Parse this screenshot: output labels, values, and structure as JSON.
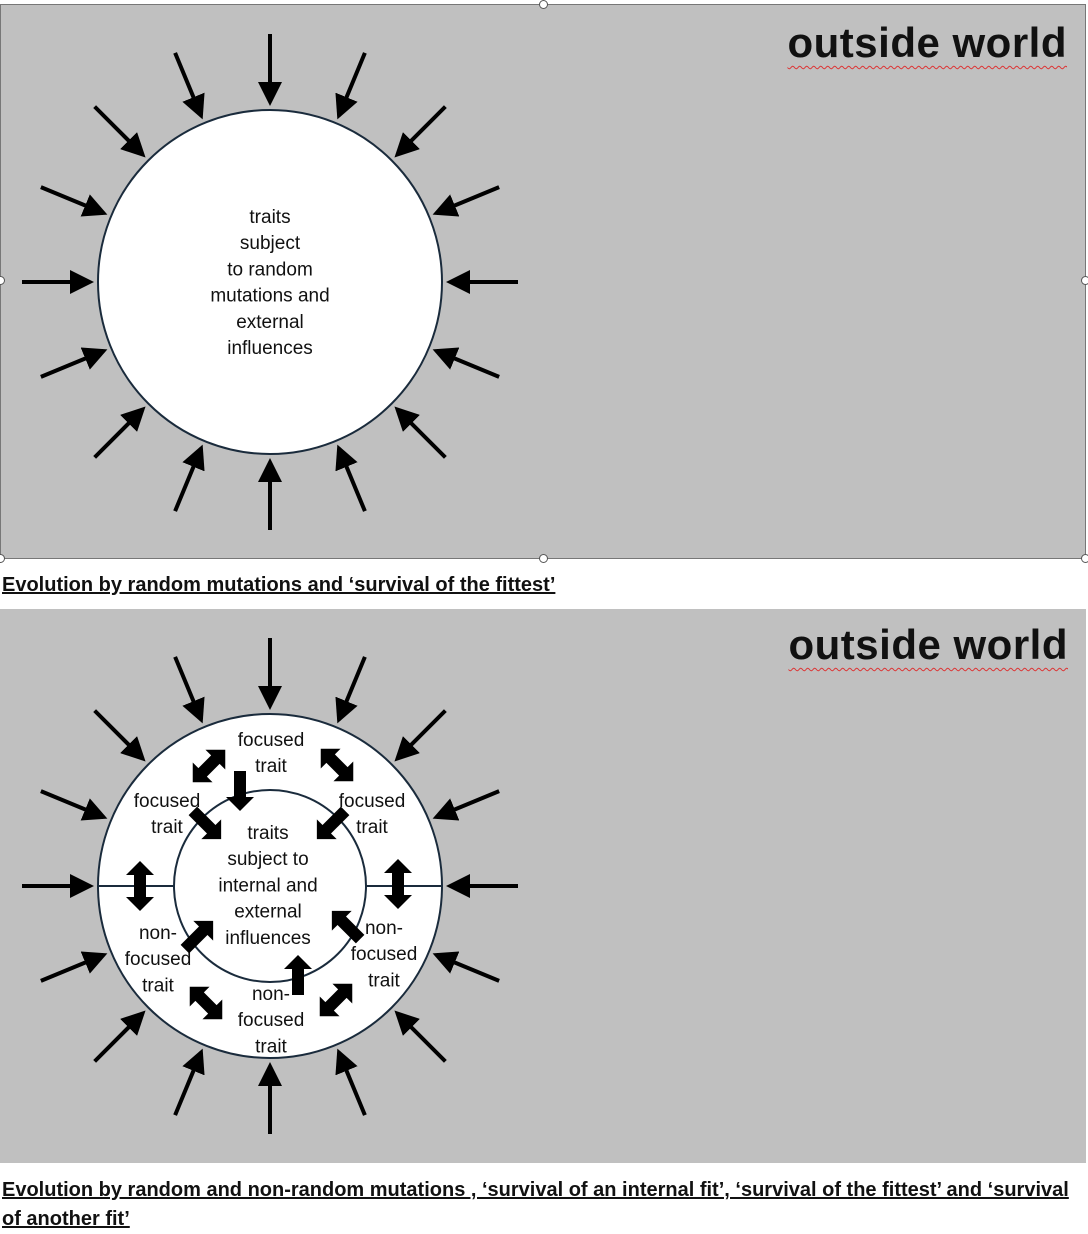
{
  "panel_top": {
    "world_label": "outside world",
    "circle_text": [
      "traits",
      "subject",
      "to random",
      "mutations and",
      "external",
      "influences"
    ],
    "caption": "Evolution by random mutations and ‘survival of the fittest’"
  },
  "panel_bottom": {
    "world_label": "outside world",
    "inner_text": [
      "traits",
      "subject to",
      "internal and",
      "external",
      "influences"
    ],
    "focused_trait_top": [
      "focused",
      "trait"
    ],
    "focused_trait_left": [
      "focused",
      "trait"
    ],
    "focused_trait_right": [
      "focused",
      "trait"
    ],
    "nonfocused_trait_left": [
      "non-",
      "focused",
      "trait"
    ],
    "nonfocused_trait_right": [
      "non-",
      "focused",
      "trait"
    ],
    "nonfocused_trait_bottom": [
      "non-",
      "focused",
      "trait"
    ],
    "caption": "Evolution by random and non-random mutations , ‘survival of an internal fit’, ‘survival of the fittest’ and ‘survival of another fit’"
  },
  "colors": {
    "background": "#c0c0c0",
    "circle_fill": "#ffffff",
    "circle_stroke": "#1a2b3c",
    "arrow": "#000000"
  },
  "icons": [
    "arrow-icon",
    "double-arrow-icon"
  ]
}
